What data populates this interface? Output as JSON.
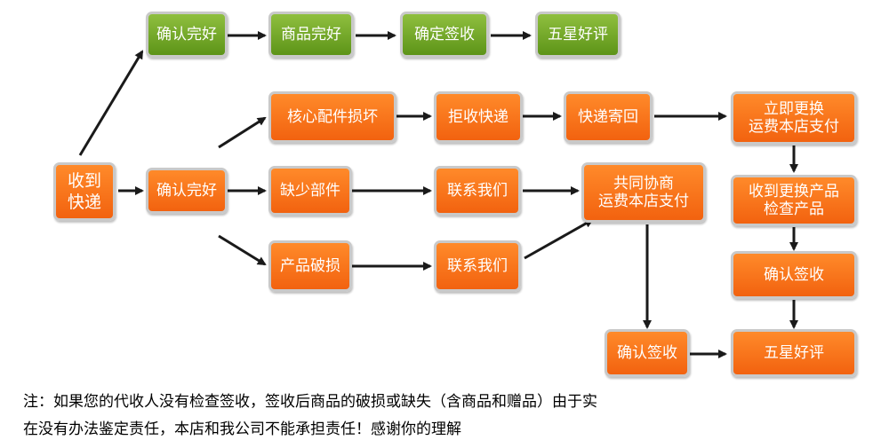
{
  "nodes": {
    "top_confirm": "确认完好",
    "top_goods_ok": "商品完好",
    "top_confirm_sign": "确定签收",
    "top_five_star": "五星好评",
    "receive_express": "收到\n快递",
    "mid_confirm": "确认完好",
    "core_damaged": "核心配件损坏",
    "reject_express": "拒收快递",
    "express_return": "快递寄回",
    "replace_now": "立即更换\n运费本店支付",
    "missing_parts": "缺少部件",
    "contact_us_1": "联系我们",
    "negotiate": "共同协商\n运费本店支付",
    "received_replacement": "收到更换产品\n检查产品",
    "product_damaged": "产品破损",
    "contact_us_2": "联系我们",
    "confirm_sign_right": "确认签收",
    "confirm_sign_bottom": "确认签收",
    "five_star_bottom": "五星好评"
  },
  "note": "注：如果您的代收人没有检查签收，签收后商品的破损或缺失（含商品和赠品）由于实\n在没有办法鉴定责任，本店和我公司不能承担责任！感谢你的理解",
  "colors": {
    "green": "#6fa52a",
    "orange": "#f7701a",
    "arrow": "#1a1a1a"
  }
}
